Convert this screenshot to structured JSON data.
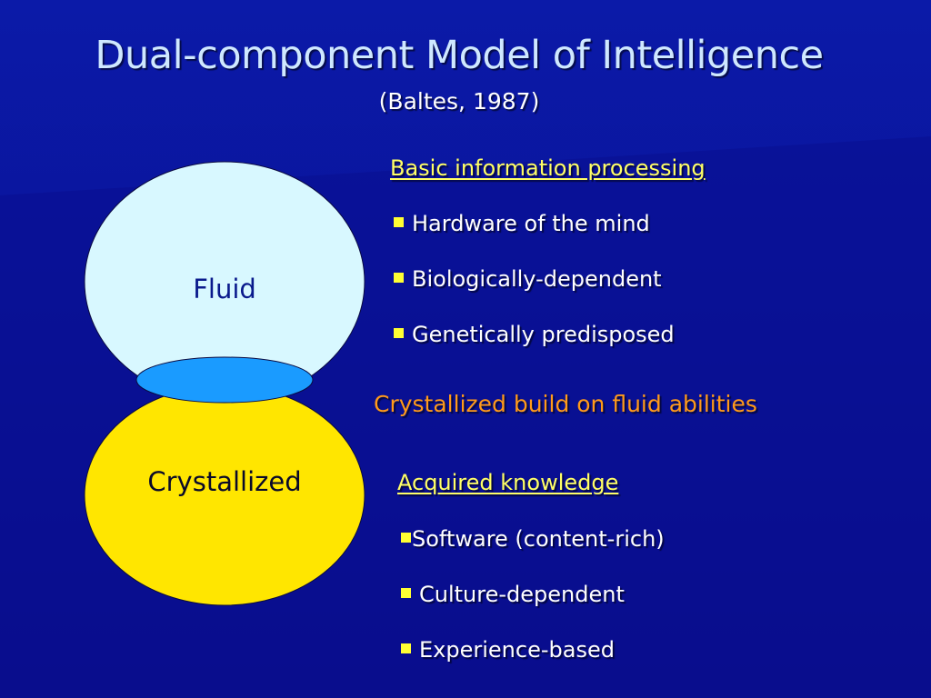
{
  "title": "Dual-component Model of Intelligence",
  "subtitle": "(Baltes, 1987)",
  "diagram": {
    "top_circle_label": "Fluid",
    "bottom_circle_label": "Crystallized"
  },
  "fluid_section": {
    "heading": "Basic information processing",
    "bullets": [
      "Hardware of the mind",
      "Biologically-dependent",
      "Genetically predisposed"
    ]
  },
  "connector_text": "Crystallized build on fluid abilities",
  "crystallized_section": {
    "heading": "Acquired knowledge",
    "bullets": [
      "Software (content-rich)",
      "Culture-dependent",
      "Experience-based"
    ]
  },
  "colors": {
    "background": "#0a0f94",
    "fluid_circle": "#d8f8ff",
    "crystallized_circle": "#ffe600",
    "overlap": "#1a9bff",
    "heading": "#ffff66",
    "connector": "#ff9a1a",
    "bullet_square": "#ffff33"
  }
}
